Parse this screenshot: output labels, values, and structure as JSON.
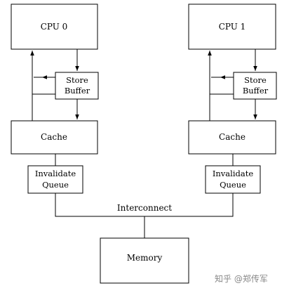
{
  "nodes": {
    "cpu0": "CPU 0",
    "cpu1": "CPU 1",
    "store_buffer_0": [
      "Store",
      "Buffer"
    ],
    "store_buffer_1": [
      "Store",
      "Buffer"
    ],
    "cache0": "Cache",
    "cache1": "Cache",
    "invalidate_queue_0": [
      "Invalidate",
      "Queue"
    ],
    "invalidate_queue_1": [
      "Invalidate",
      "Queue"
    ],
    "interconnect": "Interconnect",
    "memory": "Memory"
  },
  "watermark": "知乎 @郑传军"
}
